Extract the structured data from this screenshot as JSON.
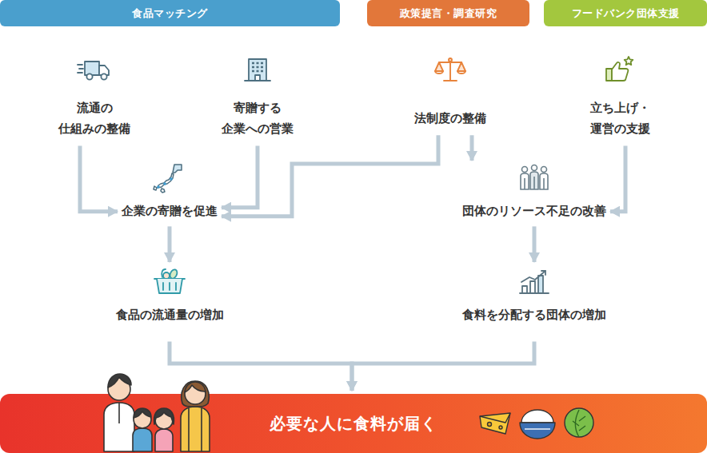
{
  "diagram": {
    "nodes": [
      {
        "text": [
          "食品マッチング"
        ]
      },
      {
        "text": [
          "政策提言・調査研究"
        ]
      },
      {
        "text": [
          "フードバンク団体支援"
        ]
      },
      {
        "text": [
          "流通の 仕組みの整備"
        ]
      },
      {
        "text": [
          "寄贈する 企業への営業"
        ]
      },
      {
        "text": [
          "法制度の整備"
        ]
      },
      {
        "text": [
          "立ち上げ・ 運営の支援"
        ]
      },
      {
        "text": [
          "企業の寄贈を促進"
        ]
      },
      {
        "text": [
          "団体のリソース不足の改善"
        ]
      },
      {
        "text": [
          "食品の流通量の増加"
        ]
      },
      {
        "text": [
          "食料を分配する団体の増加"
        ]
      },
      {
        "text": [
          "必要な人に食料が届く"
        ]
      }
    ],
    "edges": [
      {
        "from": 3,
        "to": 7,
        "arrow": "to"
      },
      {
        "from": 4,
        "to": 7,
        "arrow": "to"
      },
      {
        "from": 5,
        "to": 7,
        "arrow": "to"
      },
      {
        "from": 5,
        "to": 8,
        "arrow": "to"
      },
      {
        "from": 6,
        "to": 8,
        "arrow": "to"
      },
      {
        "from": 7,
        "to": 9,
        "arrow": "to"
      },
      {
        "from": 8,
        "to": 10,
        "arrow": "to"
      },
      {
        "from": 9,
        "to": 11,
        "arrow": "to"
      },
      {
        "from": 10,
        "to": 11,
        "arrow": "to"
      }
    ]
  }
}
